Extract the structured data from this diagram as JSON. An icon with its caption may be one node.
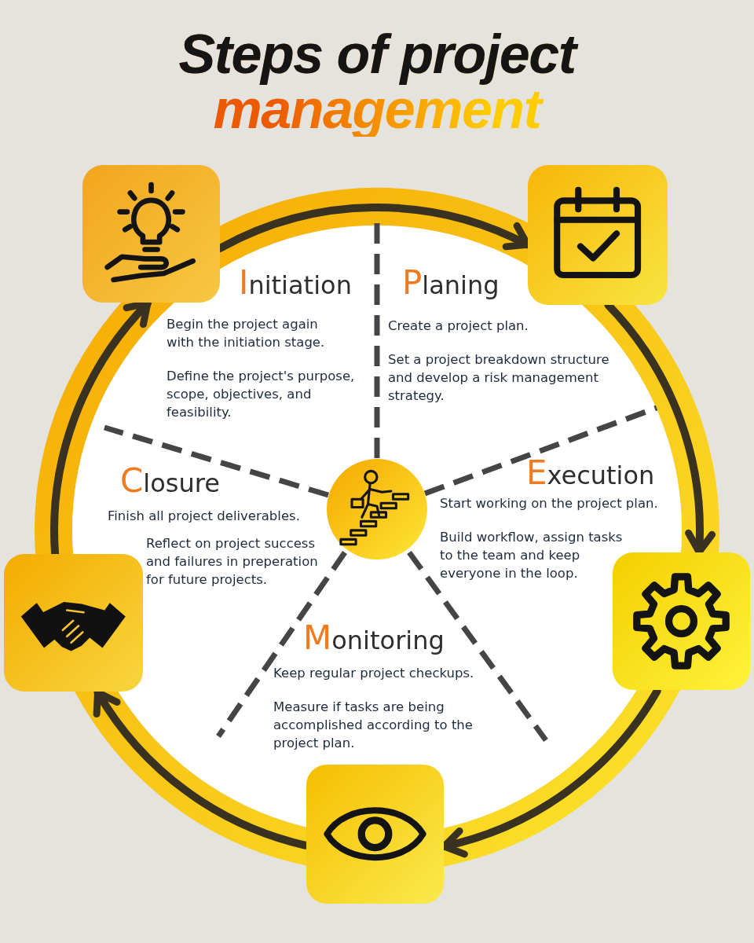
{
  "diagram": {
    "title": "Steps of project management",
    "nodes": [
      {
        "text": [],
        "shape": "picture"
      },
      {
        "text": [],
        "shape": "picture"
      },
      {
        "text": [],
        "shape": "picture"
      },
      {
        "text": [],
        "shape": "picture"
      },
      {
        "text": [],
        "shape": "picture"
      },
      {
        "text": [
          "Initiation",
          "Begin the project again with the initiation stage.",
          "Define the project's purpose, scope, objectives, and feasibility."
        ]
      },
      {
        "text": [
          "Planing",
          "Create a project plan.",
          "Set a project breakdown structure and develop a risk management strategy."
        ]
      },
      {
        "text": [
          "Execution",
          "Start working on the project plan.",
          "Build workflow, assign tasks to the team and keep everyone in the loop."
        ]
      },
      {
        "text": [
          "Monitoring",
          "Keep regular project checkups.",
          "Measure if tasks are being accomplished according to the project plan."
        ]
      },
      {
        "text": [
          "Closure",
          "Finish all project deliverables.",
          "Reflect on project success and failures in preperation for future projects."
        ]
      }
    ],
    "edges": [
      {
        "from": 0,
        "to": 1,
        "arrow": "to"
      },
      {
        "from": 1,
        "to": 2,
        "arrow": "to"
      },
      {
        "from": 2,
        "to": 3,
        "arrow": "to"
      },
      {
        "from": 3,
        "to": 4,
        "arrow": "to"
      },
      {
        "from": 4,
        "to": 0,
        "arrow": "to"
      }
    ]
  }
}
